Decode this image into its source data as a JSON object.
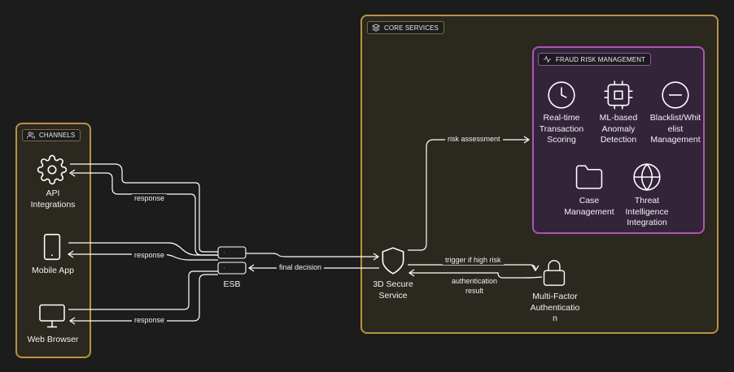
{
  "colors": {
    "background": "#1d1c1c",
    "group_border": "#b9923f",
    "fraud_border": "#b153b8",
    "line": "#ffffff"
  },
  "groups": {
    "channels": {
      "label": "CHANNELS",
      "icon": "users-icon"
    },
    "core": {
      "label": "CORE SERVICES",
      "icon": "layers-icon"
    },
    "fraud": {
      "label": "FRAUD RISK MANAGEMENT",
      "icon": "activity-icon"
    }
  },
  "nodes": {
    "api": {
      "label": "API\nIntegrations",
      "icon": "gear-icon"
    },
    "mobile": {
      "label": "Mobile App",
      "icon": "smartphone-icon"
    },
    "web": {
      "label": "Web Browser",
      "icon": "monitor-icon"
    },
    "esb": {
      "label": "ESB",
      "icon": "server-icon"
    },
    "secure3d": {
      "label": "3D Secure\nService",
      "icon": "shield-icon"
    },
    "mfa": {
      "label": "Multi-Factor\nAuthenticatio\nn",
      "icon": "lock-icon"
    },
    "realtime": {
      "label": "Real-time\nTransaction\nScoring",
      "icon": "clock-icon"
    },
    "ml": {
      "label": "ML-based\nAnomaly\nDetection",
      "icon": "cpu-icon"
    },
    "blacklist": {
      "label": "Blacklist/Whit\nelist\nManagement",
      "icon": "minus-circle-icon"
    },
    "case": {
      "label": "Case\nManagement",
      "icon": "folder-icon"
    },
    "threat": {
      "label": "Threat\nIntelligence\nIntegration",
      "icon": "globe-icon"
    }
  },
  "edges": {
    "response_api": "response",
    "response_mobile": "response",
    "response_web": "response",
    "final_decision": "final decision",
    "risk_assessment": "risk assessment",
    "trigger": "trigger if high risk",
    "auth_result": "authentication\nresult"
  }
}
